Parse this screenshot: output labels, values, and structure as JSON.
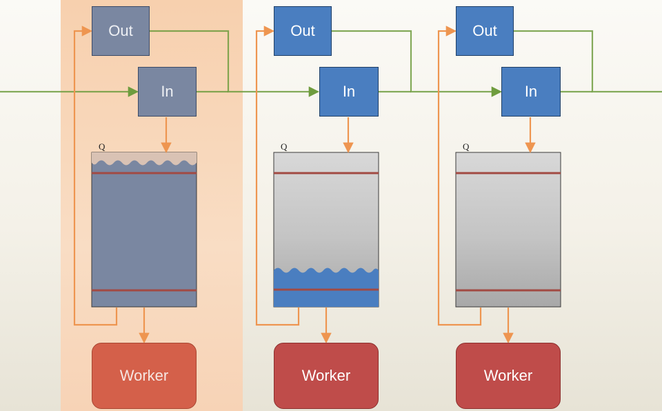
{
  "nodes": [
    {
      "out_label": "Out",
      "in_label": "In",
      "queue_label": "Q",
      "worker_label": "Worker",
      "active": true
    },
    {
      "out_label": "Out",
      "in_label": "In",
      "queue_label": "Q",
      "worker_label": "Worker",
      "active": false
    },
    {
      "out_label": "Out",
      "in_label": "In",
      "queue_label": "Q",
      "worker_label": "Worker",
      "active": false
    }
  ],
  "colors": {
    "highlight": "#f8d4b4",
    "bus_line": "#6f9c3e",
    "control_arrow": "#ee9550",
    "marker_line": "#a24a43",
    "active_queue_fill": "#7a87a1",
    "active_queue_top": "#d9c2b4",
    "level_fill": "#4a7ec0"
  }
}
